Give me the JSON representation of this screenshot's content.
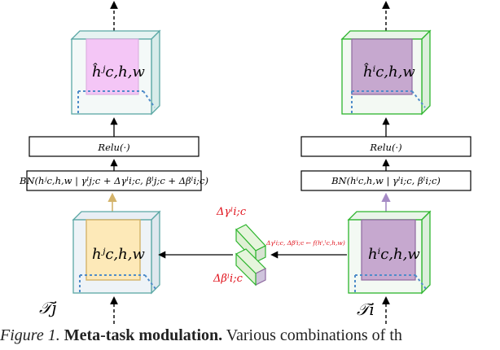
{
  "left_column": {
    "output_label": "ĥʲc,h,w",
    "relu_label": "Relu(·)",
    "bn_label": "BN(hʲc,h,w | γˡj;c + Δγˡi;c, βˡj;c + Δβˡi;c)",
    "input_label": "hʲc,h,w",
    "task_label": "𝒯j"
  },
  "right_column": {
    "output_label": "ĥⁱc,h,w",
    "relu_label": "Relu(·)",
    "bn_label": "BN(hⁱc,h,w | γˡi;c, βˡi;c)",
    "input_label": "hⁱc,h,w",
    "task_label": "𝒯i"
  },
  "modulator": {
    "gamma_label": "Δγˡi;c",
    "beta_label": "Δβˡi;c",
    "function_label": "Δγˡi;c, Δβˡi;c ← f(hⁱ,ˡc,h,w)"
  },
  "caption": {
    "prefix": "Figure 1.",
    "title": "Meta-task modulation.",
    "text": "Various combinations of th"
  },
  "colors": {
    "teal": "#5aa7a4",
    "green": "#2db52d",
    "pink_fill": "#f4c6f6",
    "purple_fill": "#c6a8cf",
    "yellow_fill": "#fde9b8",
    "blue_dotted": "#4f8cc9",
    "red": "#e0101a",
    "violet_arrow": "#a58ac5",
    "gold_arrow": "#d4b36a"
  }
}
